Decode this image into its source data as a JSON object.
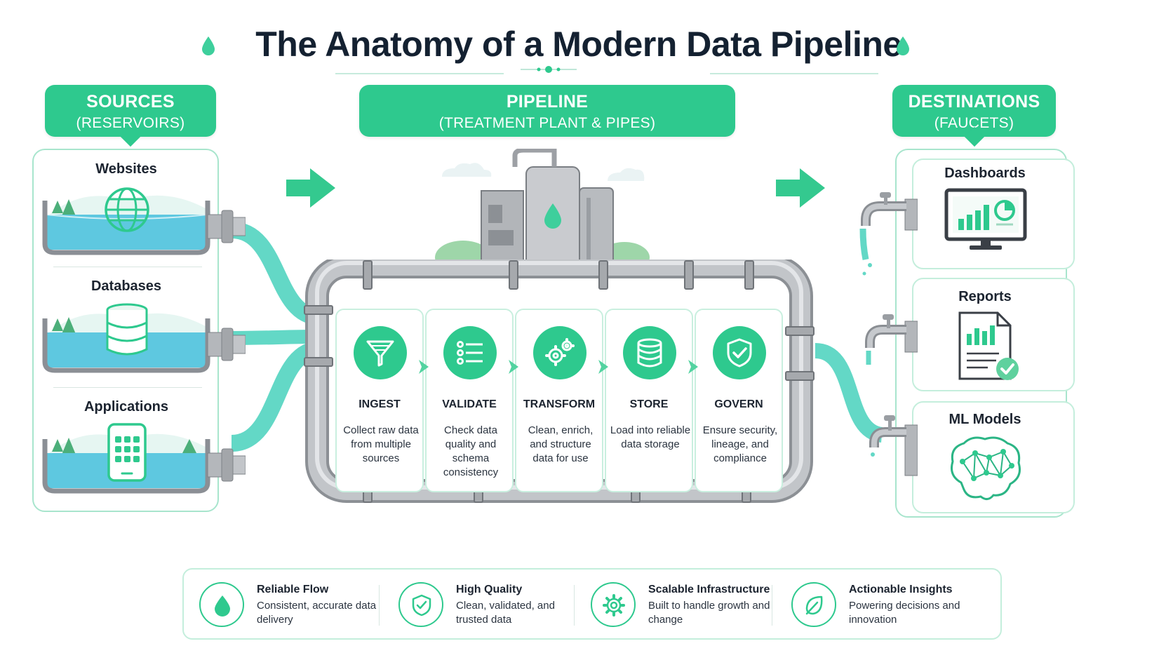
{
  "title": "The Anatomy of a Modern Data Pipeline",
  "sections": {
    "sources": {
      "title": "SOURCES",
      "subtitle": "(RESERVOIRS)"
    },
    "pipeline": {
      "title": "PIPELINE",
      "subtitle": "(TREATMENT PLANT & PIPES)"
    },
    "destinations": {
      "title": "DESTINATIONS",
      "subtitle": "(FAUCETS)"
    }
  },
  "sources": [
    {
      "label": "Websites",
      "icon": "globe-icon"
    },
    {
      "label": "Databases",
      "icon": "database-icon"
    },
    {
      "label": "Applications",
      "icon": "mobile-app-icon"
    }
  ],
  "stages": [
    {
      "name": "INGEST",
      "description": "Collect raw data from multiple sources",
      "icon": "filter-funnel-icon"
    },
    {
      "name": "VALIDATE",
      "description": "Check data quality and schema consistency",
      "icon": "checklist-icon"
    },
    {
      "name": "TRANSFORM",
      "description": "Clean, enrich, and structure data for use",
      "icon": "gears-icon"
    },
    {
      "name": "STORE",
      "description": "Load into reliable data storage",
      "icon": "database-icon"
    },
    {
      "name": "GOVERN",
      "description": "Ensure security, lineage, and compliance",
      "icon": "shield-check-icon"
    }
  ],
  "destinations": [
    {
      "label": "Dashboards",
      "icon": "monitor-chart-icon"
    },
    {
      "label": "Reports",
      "icon": "report-document-icon"
    },
    {
      "label": "ML Models",
      "icon": "brain-network-icon"
    }
  ],
  "benefits": [
    {
      "title": "Reliable Flow",
      "description": "Consistent, accurate data delivery",
      "icon": "water-drop-icon"
    },
    {
      "title": "High Quality",
      "description": "Clean, validated, and trusted data",
      "icon": "shield-check-icon"
    },
    {
      "title": "Scalable Infrastructure",
      "description": "Built to handle growth and change",
      "icon": "gear-icon"
    },
    {
      "title": "Actionable Insights",
      "description": "Powering decisions and innovation",
      "icon": "leaf-icon"
    }
  ],
  "colors": {
    "accent": "#2ec98e",
    "water": "#5fd6c4",
    "pipe": "#b9bcc0",
    "title": "#142131"
  }
}
